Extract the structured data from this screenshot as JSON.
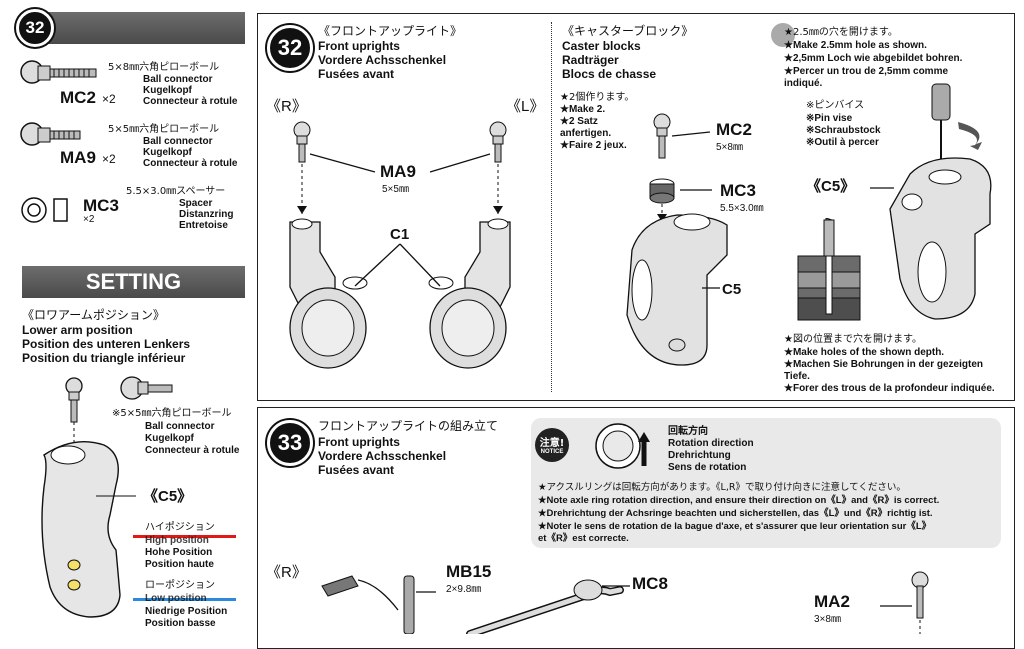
{
  "left": {
    "step_badge": "32",
    "parts": [
      {
        "jp": "5×8㎜六角ピローボール",
        "en": "Ball connector",
        "de": "Kugelkopf",
        "fr": "Connecteur à rotule",
        "code": "MC2",
        "qty": "×2"
      },
      {
        "jp": "5×5㎜六角ピローボール",
        "en": "Ball connector",
        "de": "Kugelkopf",
        "fr": "Connecteur à rotule",
        "code": "MA9",
        "qty": "×2"
      },
      {
        "jp": "5.5×3.0㎜スペーサー",
        "en": "Spacer",
        "de": "Distanzring",
        "fr": "Entretoise",
        "code": "MC3",
        "qty": "×2"
      }
    ],
    "setting_title": "SETTING",
    "lower_arm": {
      "jp": "《ロワアームポジション》",
      "en": "Lower arm position",
      "de": "Position des unteren Lenkers",
      "fr": "Position du triangle inférieur"
    },
    "ball_note": {
      "jp": "※5×5㎜六角ピローボール",
      "en": "Ball connector",
      "de": "Kugelkopf",
      "fr": "Connecteur à rotule"
    },
    "c5": "《C5》",
    "high": {
      "jp": "ハイポジション",
      "en": "High position",
      "de": "Hohe Position",
      "fr": "Position haute"
    },
    "low": {
      "jp": "ローポジション",
      "en": "Low position",
      "de": "Niedrige Position",
      "fr": "Position basse"
    }
  },
  "step32": {
    "number": "32",
    "title_jp": "《フロントアップライト》",
    "title_en": "Front uprights",
    "title_de": "Vordere Achsschenkel",
    "title_fr": "Fusées avant",
    "r_label": "《R》",
    "l_label": "《L》",
    "ma9": "MA9",
    "ma9_dim": "5×5㎜",
    "c1": "C1"
  },
  "caster": {
    "title_jp": "《キャスターブロック》",
    "en": "Caster blocks",
    "de": "Radträger",
    "fr": "Blocs de chasse",
    "make_jp": "★2個作ります。",
    "make_en": "★Make 2.",
    "make_de1": "★2 Satz",
    "make_de2": "anfertigen.",
    "make_fr": "★Faire 2 jeux.",
    "mc2": "MC2",
    "mc2_dim": "5×8㎜",
    "mc3": "MC3",
    "mc3_dim": "5.5×3.0㎜",
    "c5": "C5"
  },
  "hole": {
    "jp": "★2.5㎜の穴を開けます。",
    "en": "★Make 2.5mm hole as shown.",
    "de": "★2,5mm Loch wie abgebildet bohren.",
    "fr1": "★Percer un trou de 2,5mm comme",
    "fr2": "indiqué.",
    "pin_jp": "※ピンバイス",
    "pin_en": "※Pin vise",
    "pin_de": "※Schraubstock",
    "pin_fr": "※Outil à percer",
    "c5": "《C5》",
    "depth_jp": "★図の位置まで穴を開けます。",
    "depth_en": "★Make holes of the shown depth.",
    "depth_de1": "★Machen Sie Bohrungen in der gezeigten",
    "depth_de2": "Tiefe.",
    "depth_fr": "★Forer des trous de la profondeur indiquée."
  },
  "step33": {
    "number": "33",
    "title_jp": "フロントアップライトの組み立て",
    "title_en": "Front uprights",
    "title_de": "Vordere Achsschenkel",
    "title_fr": "Fusées avant",
    "notice_jp": "注意!",
    "notice_en": "NOTICE",
    "rot_jp": "回転方向",
    "rot_en": "Rotation direction",
    "rot_de": "Drehrichtung",
    "rot_fr": "Sens de rotation",
    "note_jp": "★アクスルリングは回転方向があります。《L,R》で取り付け向きに注意してください。",
    "note_en": "★Note axle ring rotation direction, and ensure their direction on《L》and《R》is correct.",
    "note_de": "★Drehrichtung der Achsringe beachten und sicherstellen, das《L》und《R》richtig ist.",
    "note_fr1": "★Noter le sens de rotation de la bague d'axe, et s'assurer que leur orientation sur《L》",
    "note_fr2": "et《R》est correcte.",
    "r_label": "《R》",
    "mb15": "MB15",
    "mb15_dim": "2×9.8㎜",
    "mc8": "MC8",
    "ma2": "MA2",
    "ma2_dim": "3×8㎜"
  }
}
